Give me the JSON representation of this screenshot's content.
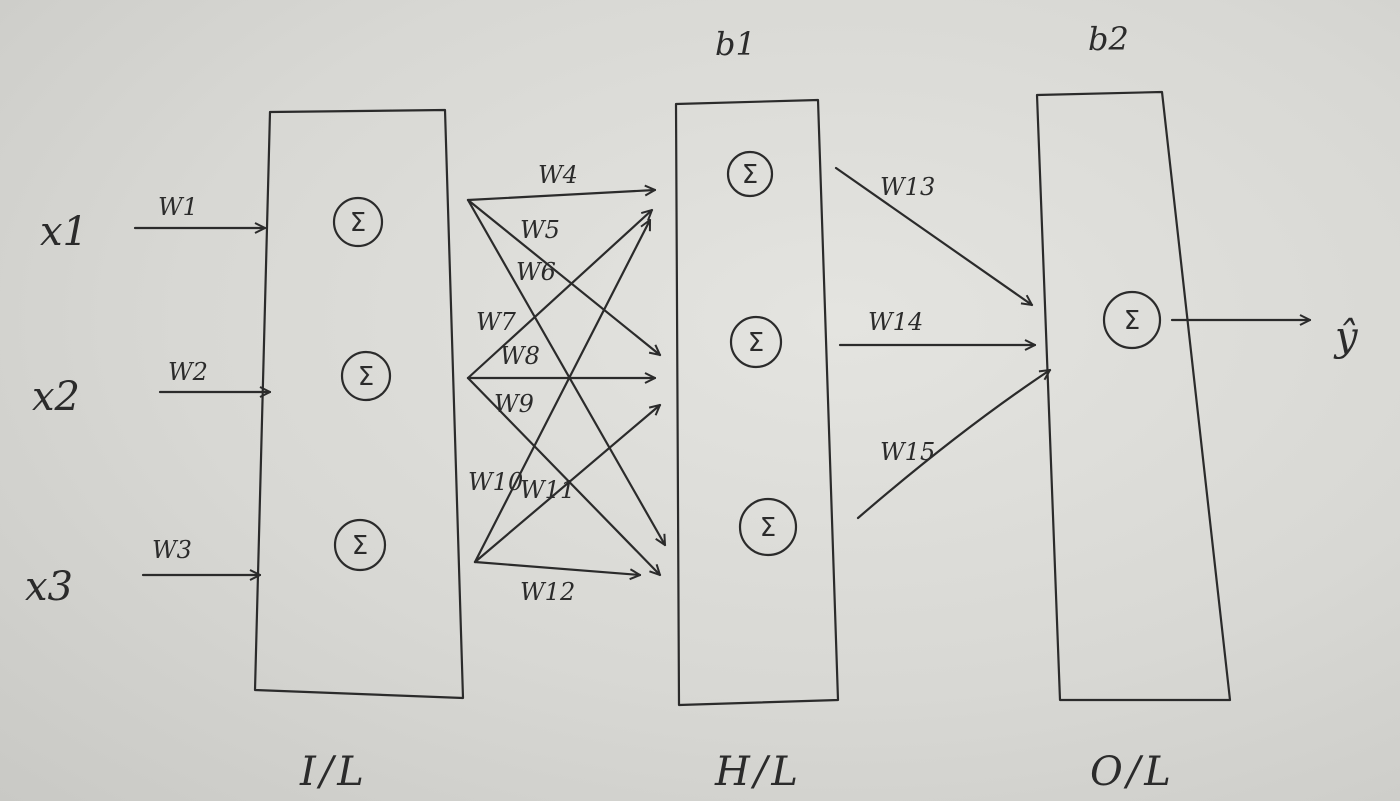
{
  "inputs": [
    "x1",
    "x2",
    "x3"
  ],
  "output": "ŷ",
  "node_symbol": "Σ",
  "layers": {
    "input": "I/L",
    "hidden": "H/L",
    "output": "O/L"
  },
  "biases": {
    "hidden": "b1",
    "output": "b2"
  },
  "weights": {
    "w1": "W1",
    "w2": "W2",
    "w3": "W3",
    "w4": "W4",
    "w5": "W5",
    "w6": "W6",
    "w7": "W7",
    "w8": "W8",
    "w9": "W9",
    "w10": "W10",
    "w11": "W11",
    "w12": "W12",
    "w13": "W13",
    "w14": "W14",
    "w15": "W15"
  }
}
